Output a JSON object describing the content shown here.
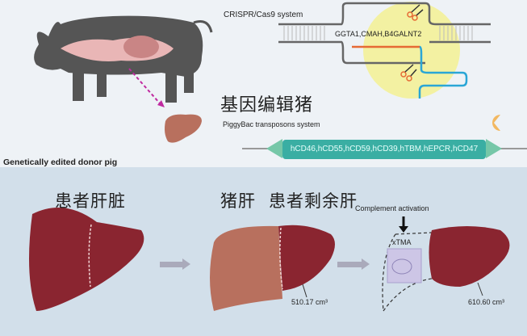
{
  "top": {
    "crispr_label": "CRISPR/Cas9 system",
    "crispr_genes": "GGTA1,CMAH,B4GALNT2",
    "title_cn": "基因编辑猪",
    "piggybac_label": "PiggyBac transposons system",
    "transgenes": "hCD46,hCD55,hCD59,hCD39,hTBM,hEPCR,hCD47",
    "donor_label": "Genetically edited donor pig"
  },
  "bottom": {
    "patient_liver_label": "患者肝脏",
    "pig_liver_label": "猪肝",
    "remnant_liver_label": "患者剩余肝",
    "complement_label": "Complement activation",
    "xtma_label": "xTMA",
    "volume_1": "510.17 cm³",
    "volume_2": "610.60 cm³"
  },
  "colors": {
    "liver": "#8a2530",
    "pig_liver": "#b8705e",
    "teal": "#3aaea3",
    "yellow": "#f3f1a2",
    "orange": "#e66a35",
    "blue": "#2aa6d6"
  }
}
